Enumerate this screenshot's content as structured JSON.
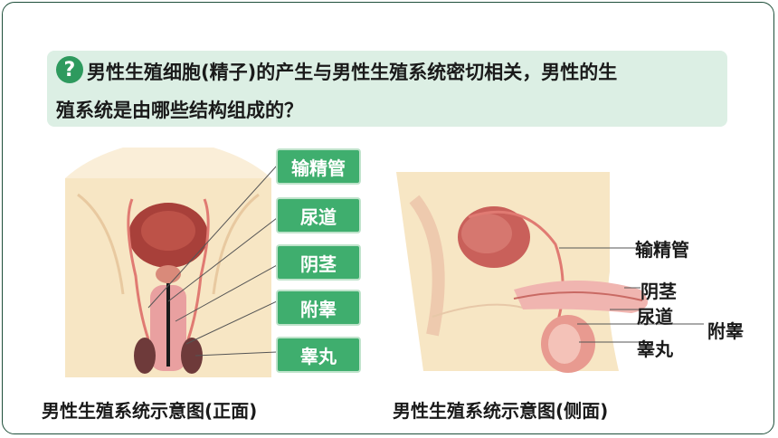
{
  "question": {
    "icon": "question-icon",
    "line1": "男性生殖细胞(精子)的产生与男性生殖系统密切相关，男性的生",
    "line2": "殖系统是由哪些结构组成的？"
  },
  "front_labels": [
    "输精管",
    "尿道",
    "阴茎",
    "附睾",
    "睾丸"
  ],
  "side_labels": {
    "vas_deferens": "输精管",
    "penis": "阴茎",
    "urethra": "尿道",
    "epididymis": "附睾",
    "testis": "睾丸"
  },
  "captions": {
    "front": "男性生殖系统示意图(正面)",
    "side": "男性生殖系统示意图(侧面)"
  },
  "colors": {
    "accent_green": "#3fae6e",
    "question_bg": "#dcefe4",
    "skin": "#f7e6c4"
  }
}
